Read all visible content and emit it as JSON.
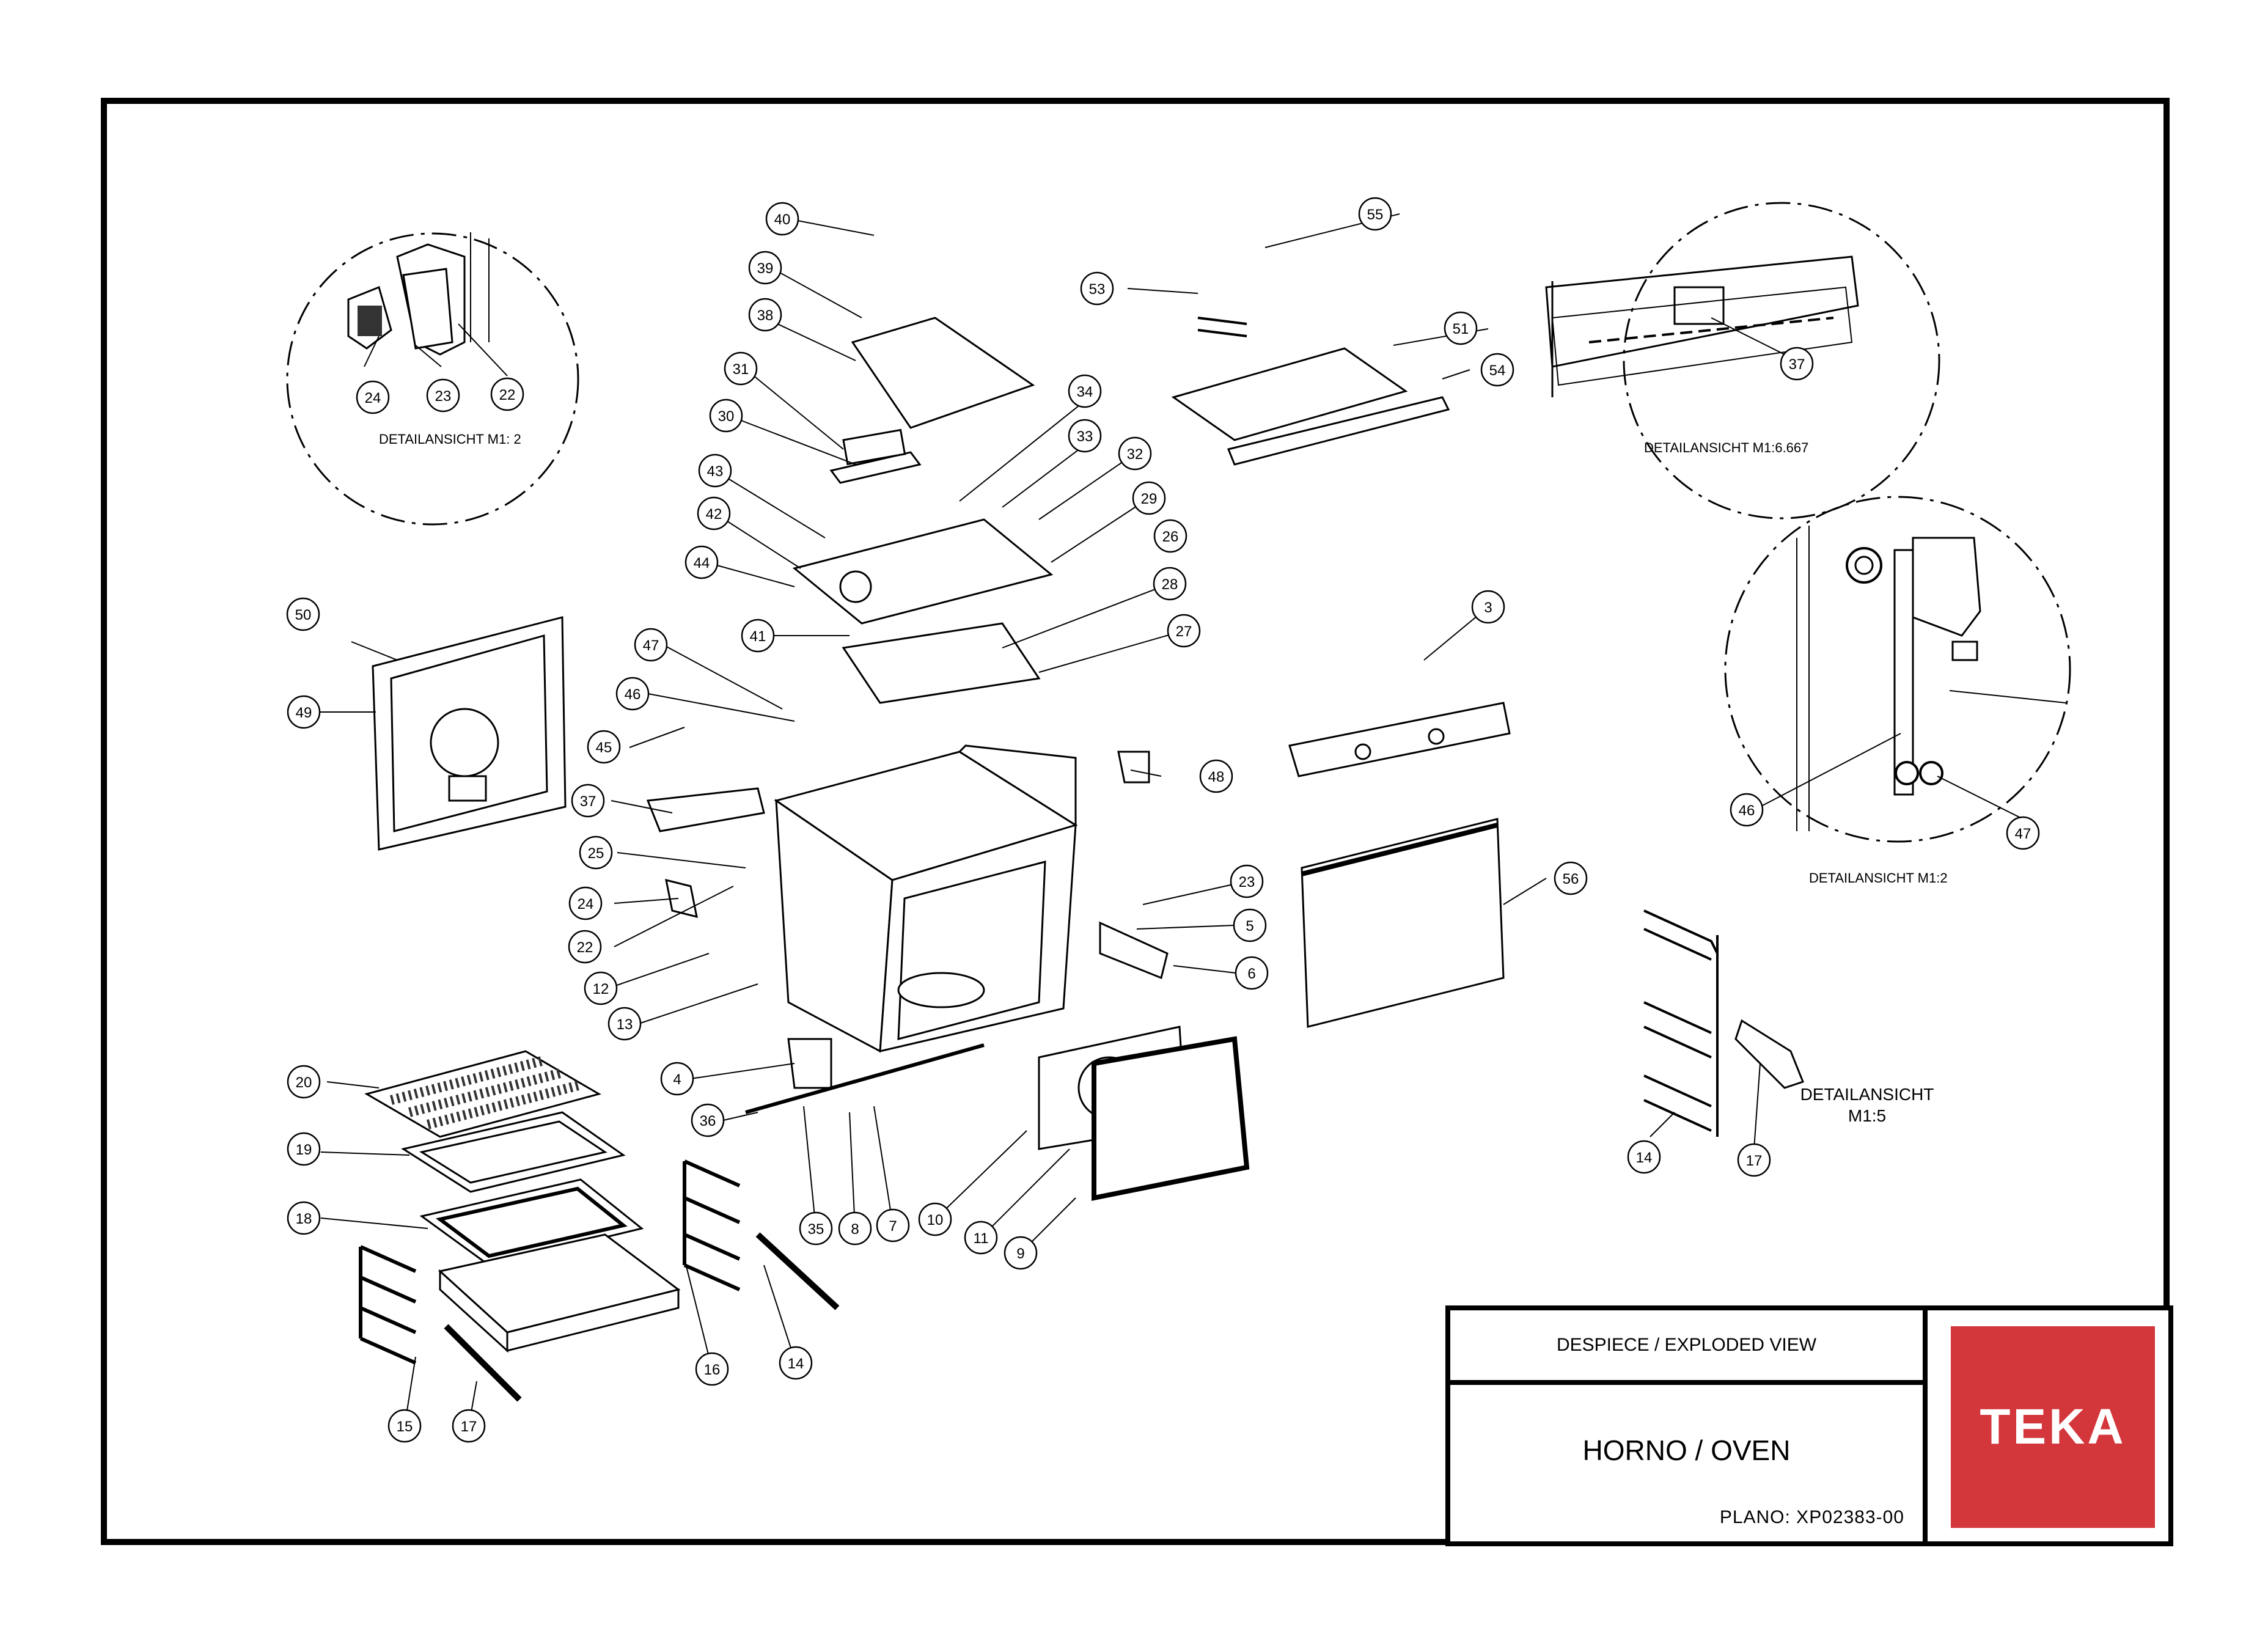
{
  "title_block": {
    "view_title": "DESPIECE / EXPLODED VIEW",
    "product": "HORNO / OVEN",
    "drawing_number": "PLANO: XP02383-00",
    "brand": "TEKA",
    "brand_color": "#d3363b"
  },
  "detail_labels": {
    "hinge": "DETAILANSICHT M1: 2",
    "top": "DETAILANSICHT M1:6.667",
    "rail_clip": "DETAILANSICHT  M1:2",
    "side_rack_line1": "DETAILANSICHT",
    "side_rack_line2": "M1:5"
  },
  "callouts": [
    "40",
    "55",
    "39",
    "53",
    "38",
    "51",
    "31",
    "54",
    "34",
    "30",
    "33",
    "32",
    "43",
    "29",
    "42",
    "26",
    "44",
    "28",
    "41",
    "27",
    "3",
    "47",
    "50",
    "46",
    "49",
    "48",
    "45",
    "37",
    "23",
    "25",
    "24",
    "56",
    "5",
    "22",
    "6",
    "12",
    "13",
    "4",
    "36",
    "20",
    "19",
    "35",
    "8",
    "7",
    "10",
    "11",
    "18",
    "9",
    "16",
    "14",
    "15",
    "17"
  ],
  "detail_callouts": [
    "24",
    "23",
    "22",
    "37",
    "46",
    "47",
    "14",
    "17"
  ]
}
